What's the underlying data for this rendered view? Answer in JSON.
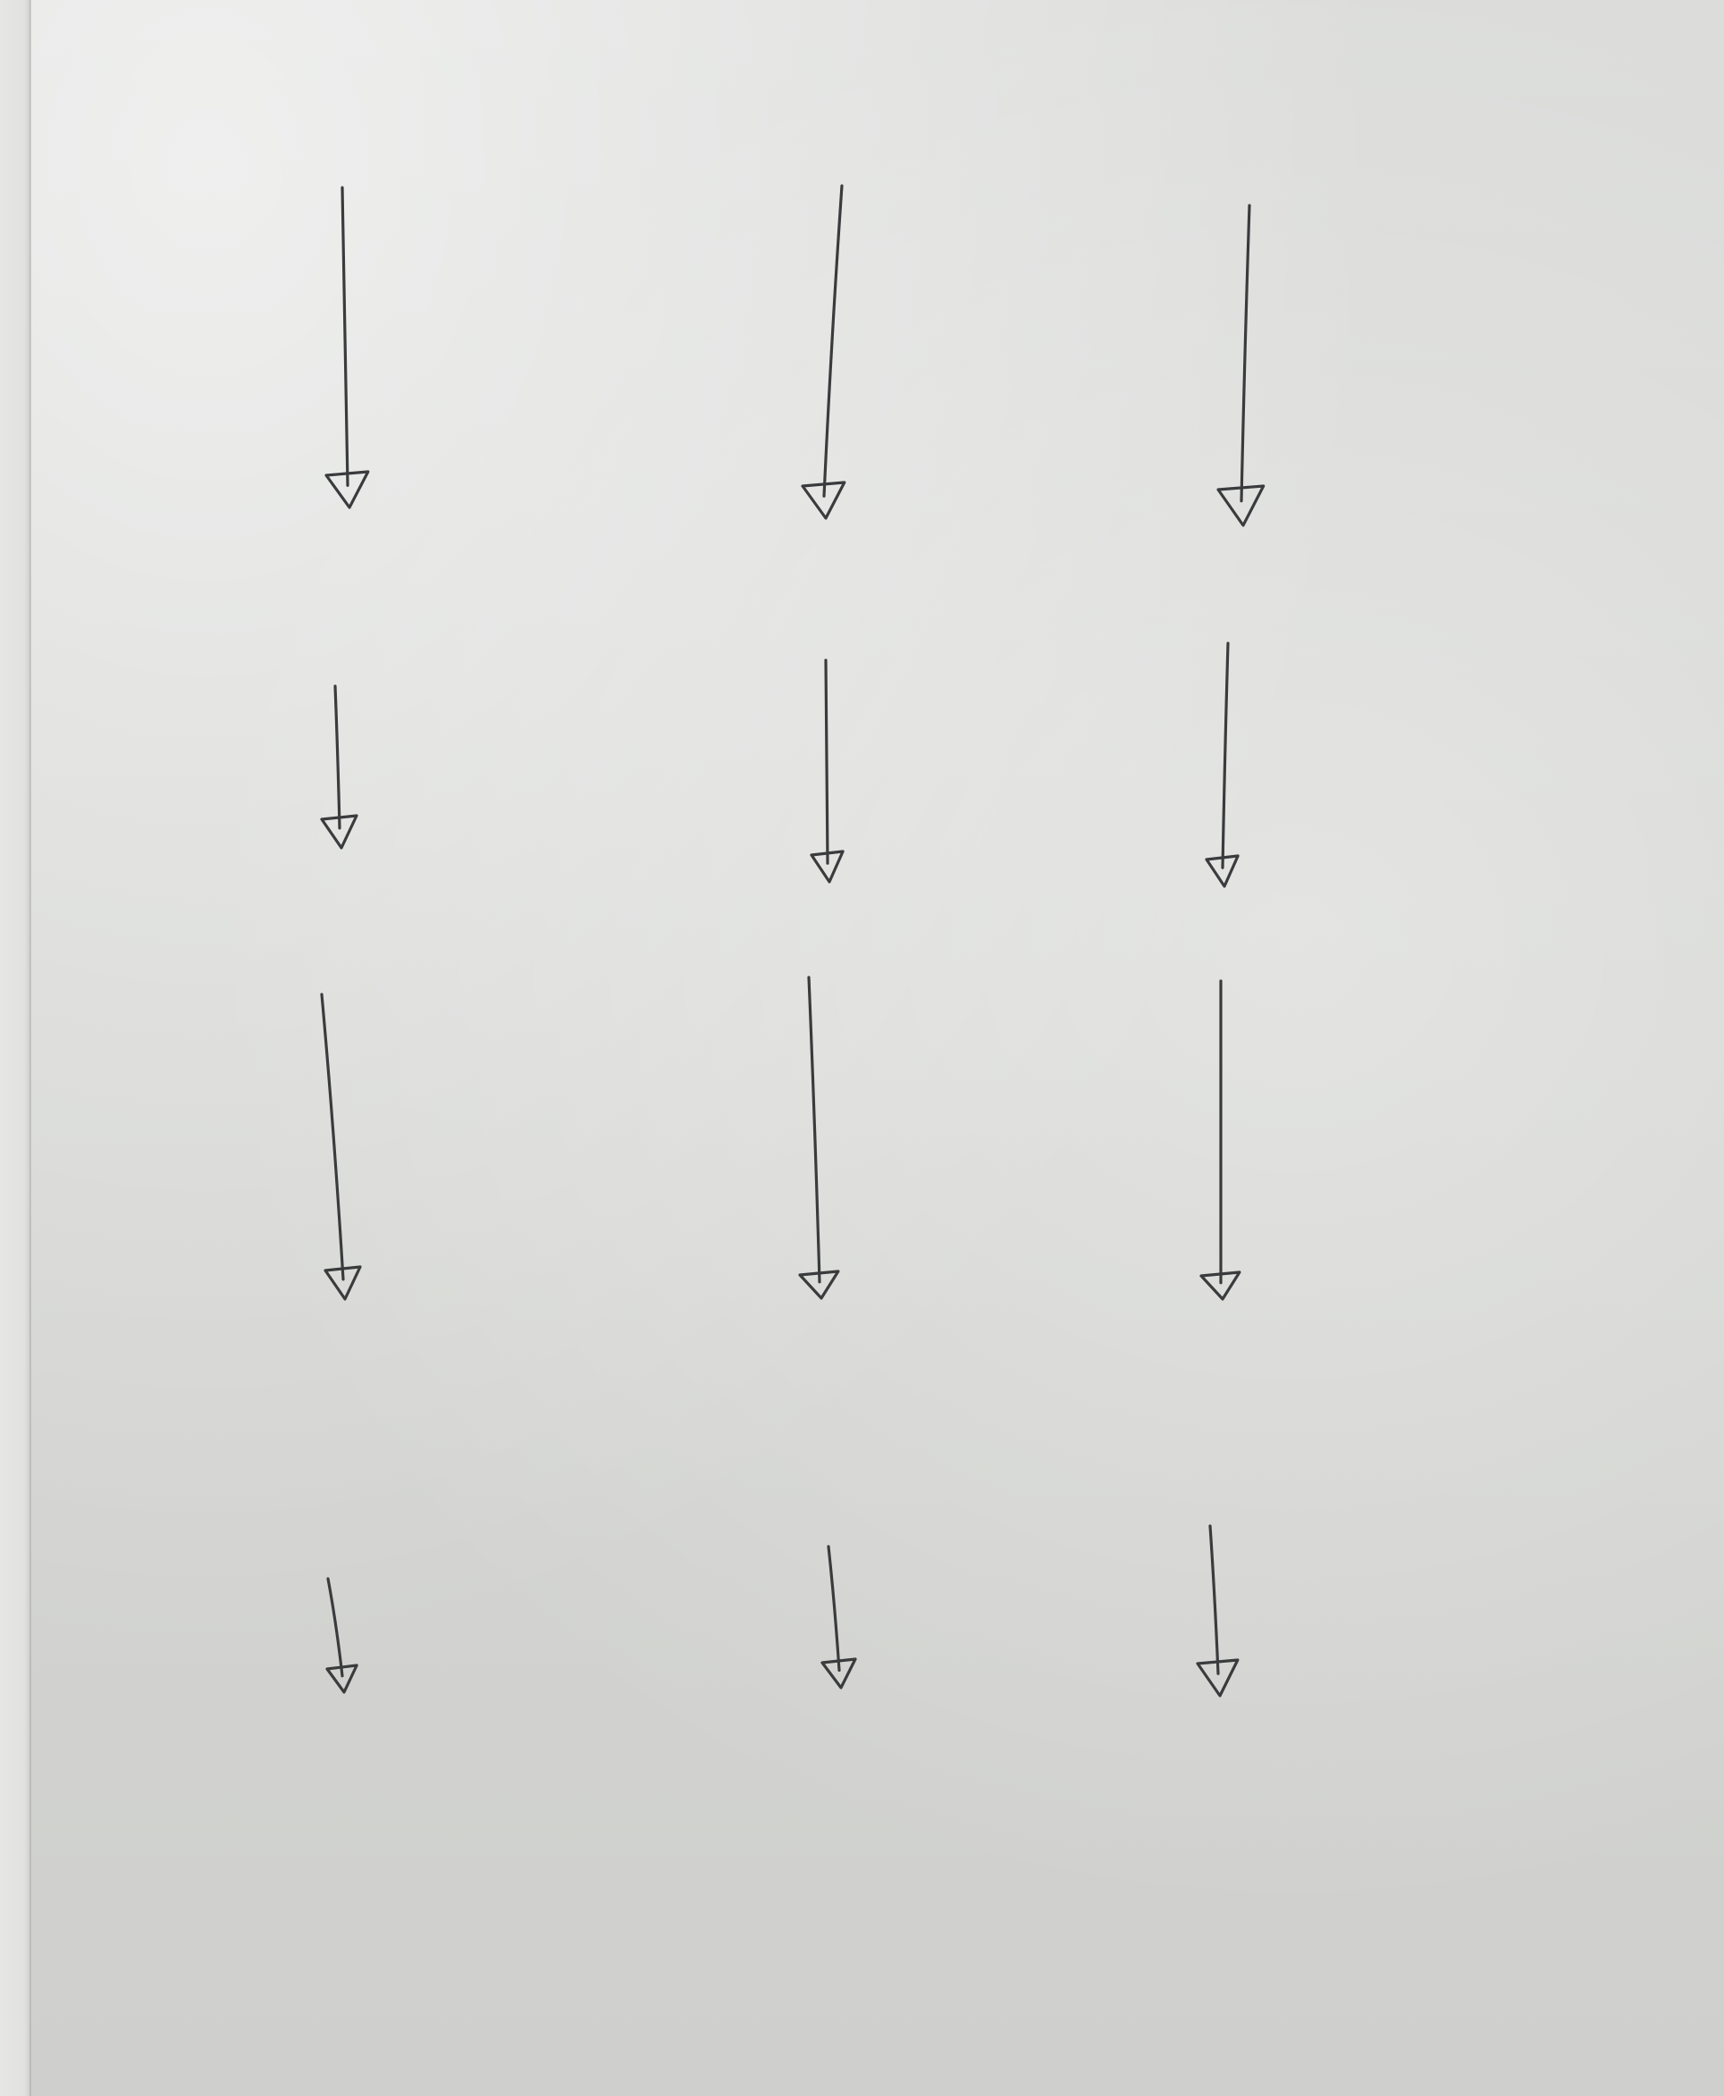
{
  "diagram": {
    "grid": {
      "rows": 4,
      "columns": 3
    },
    "ink_color": "#3a3b3d",
    "paper_color": "#d6d7d4",
    "arrows": [
      {
        "row": 1,
        "column": 1,
        "direction": "down",
        "length": "long"
      },
      {
        "row": 1,
        "column": 2,
        "direction": "down",
        "length": "long"
      },
      {
        "row": 1,
        "column": 3,
        "direction": "down",
        "length": "long"
      },
      {
        "row": 2,
        "column": 1,
        "direction": "down",
        "length": "short"
      },
      {
        "row": 2,
        "column": 2,
        "direction": "down",
        "length": "medium"
      },
      {
        "row": 2,
        "column": 3,
        "direction": "down",
        "length": "medium"
      },
      {
        "row": 3,
        "column": 1,
        "direction": "down",
        "length": "long"
      },
      {
        "row": 3,
        "column": 2,
        "direction": "down",
        "length": "long"
      },
      {
        "row": 3,
        "column": 3,
        "direction": "down",
        "length": "long"
      },
      {
        "row": 4,
        "column": 1,
        "direction": "down",
        "length": "very short"
      },
      {
        "row": 4,
        "column": 2,
        "direction": "down",
        "length": "short"
      },
      {
        "row": 4,
        "column": 3,
        "direction": "down",
        "length": "short"
      }
    ]
  }
}
